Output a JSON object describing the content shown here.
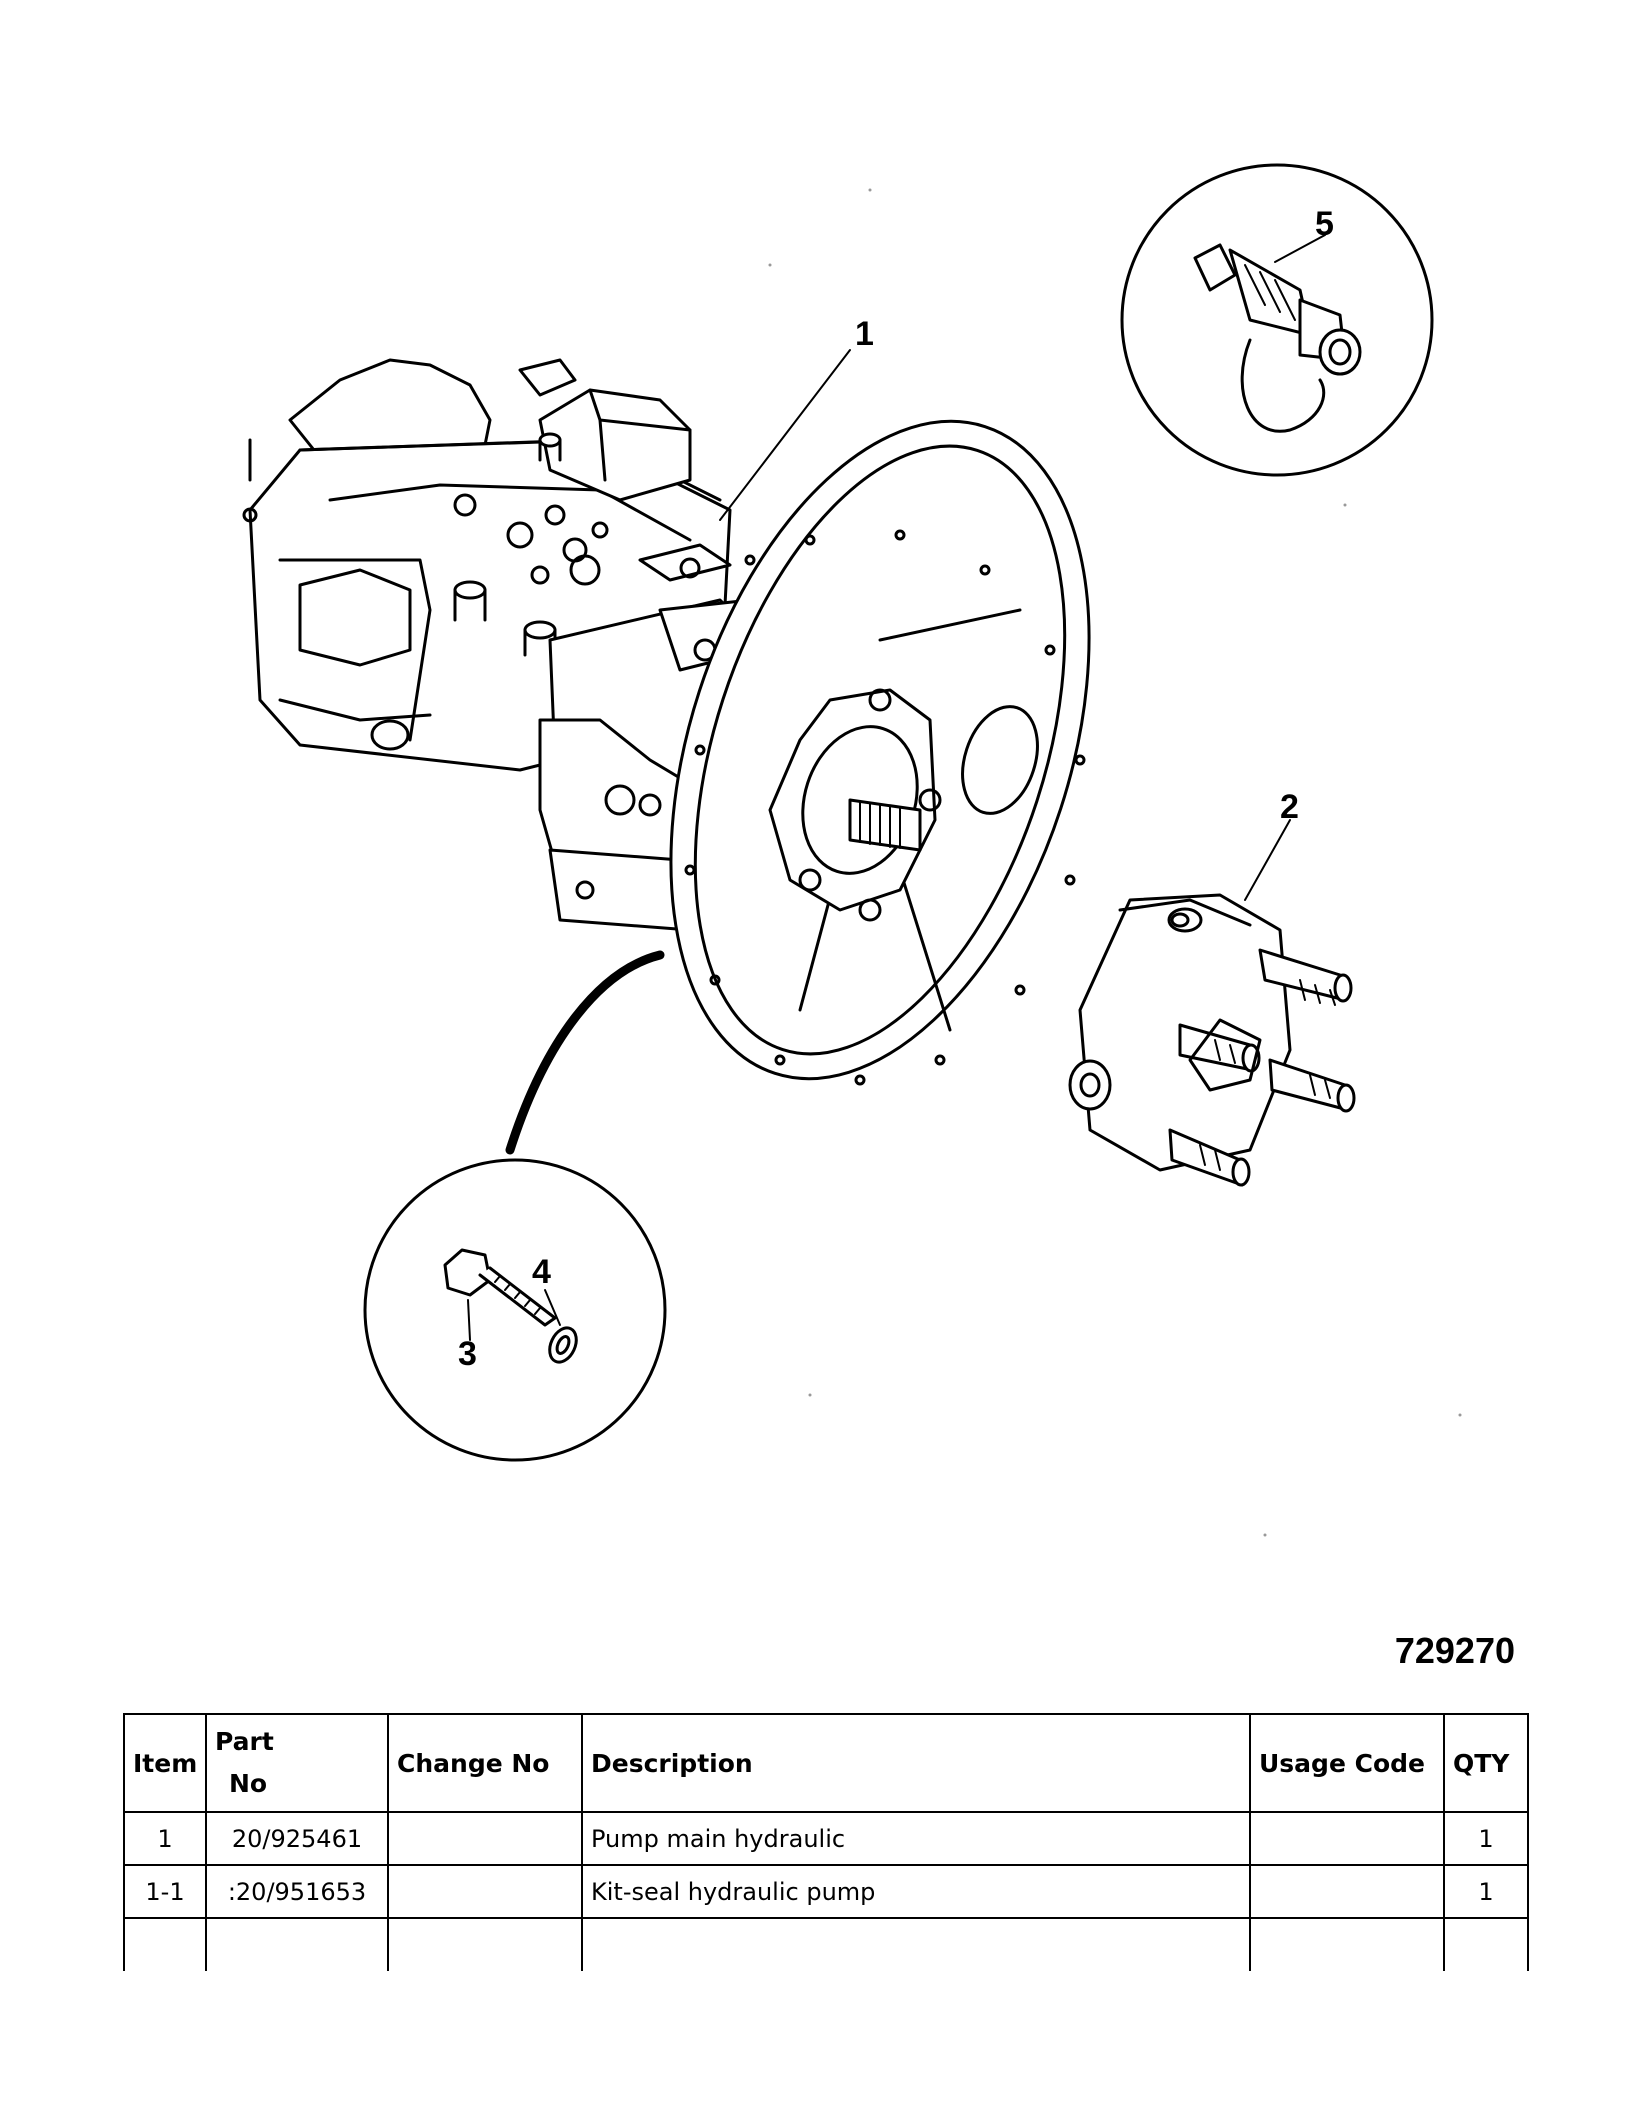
{
  "figure": {
    "number": "729270",
    "callouts": [
      "1",
      "2",
      "3",
      "4",
      "5"
    ]
  },
  "table": {
    "headers": {
      "item": "Item",
      "part_no_line1": "Part",
      "part_no_line2": "No",
      "change_no": "Change No",
      "description": "Description",
      "usage_code": "Usage Code",
      "qty": "QTY"
    },
    "rows": [
      {
        "item": "1",
        "part_no": "20/925461",
        "change_no": "",
        "description": "Pump main hydraulic",
        "usage_code": "",
        "qty": "1"
      },
      {
        "item": "1-1",
        "part_no": ":20/951653",
        "change_no": "",
        "description": "Kit-seal hydraulic pump",
        "usage_code": "",
        "qty": "1"
      }
    ]
  }
}
